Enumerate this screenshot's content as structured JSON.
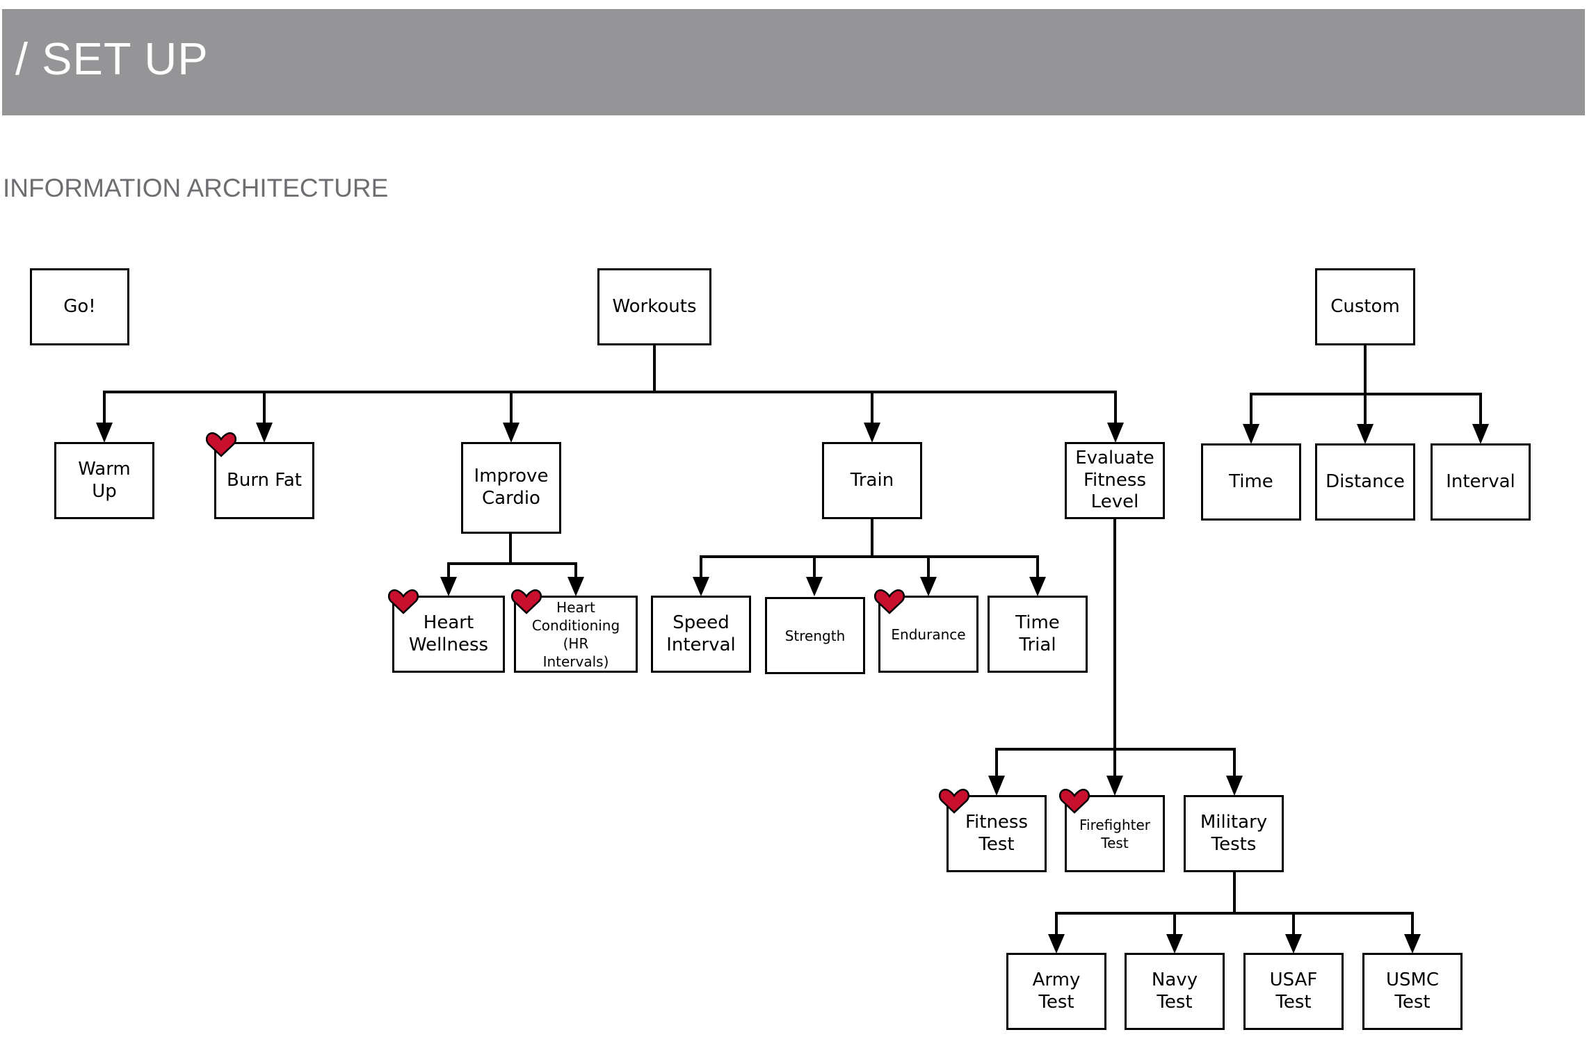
{
  "header": {
    "title": "/ SET UP"
  },
  "section": {
    "title": "INFORMATION ARCHITECTURE"
  },
  "nodes": {
    "go": "Go!",
    "workouts": "Workouts",
    "custom": "Custom",
    "warm_up": "Warm\nUp",
    "burn_fat": "Burn Fat",
    "improve_cardio": "Improve\nCardio",
    "train": "Train",
    "evaluate_fitness_level": "Evaluate\nFitness\nLevel",
    "time": "Time",
    "distance": "Distance",
    "interval": "Interval",
    "heart_wellness": "Heart\nWellness",
    "heart_conditioning": "Heart\nConditioning\n(HR\nIntervals)",
    "speed_interval": "Speed\nInterval",
    "strength": "Strength",
    "endurance": "Endurance",
    "time_trial": "Time\nTrial",
    "fitness_test": "Fitness\nTest",
    "firefighter_test": "Firefighter\nTest",
    "military_tests": "Military\nTests",
    "army_test": "Army\nTest",
    "navy_test": "Navy\nTest",
    "usaf_test": "USAF\nTest",
    "usmc_test": "USMC\nTest"
  },
  "colors": {
    "header_bg": "#959598",
    "heart": "#c8102e",
    "line": "#000000"
  },
  "icons": {
    "favorite": "heart-icon"
  }
}
